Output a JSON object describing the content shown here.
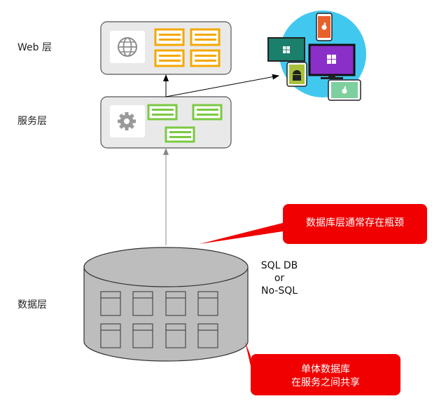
{
  "layers": {
    "web": "Web 层",
    "service": "服务层",
    "data": "数据层"
  },
  "database": {
    "line1": "SQL DB",
    "line2": "or",
    "line3": "No-SQL"
  },
  "callouts": {
    "bottleneck": "数据库层通常存在瓶颈",
    "shared_line1": "单体数据库",
    "shared_line2": "在服务之间共享"
  },
  "icons": {
    "web_layer": "globe-icon",
    "service_layer": "gear-icon",
    "devices": [
      "phone-apple-icon",
      "monitor-windows-icon",
      "desktop-windows-icon",
      "phone-android-icon",
      "tablet-apple-icon"
    ]
  },
  "colors": {
    "box_fill": "#e9e9e9",
    "box_stroke": "#555555",
    "web_component": "#f5a800",
    "service_component": "#7ac943",
    "callout": "#f00000",
    "devices_circle": "#41c8ee"
  }
}
